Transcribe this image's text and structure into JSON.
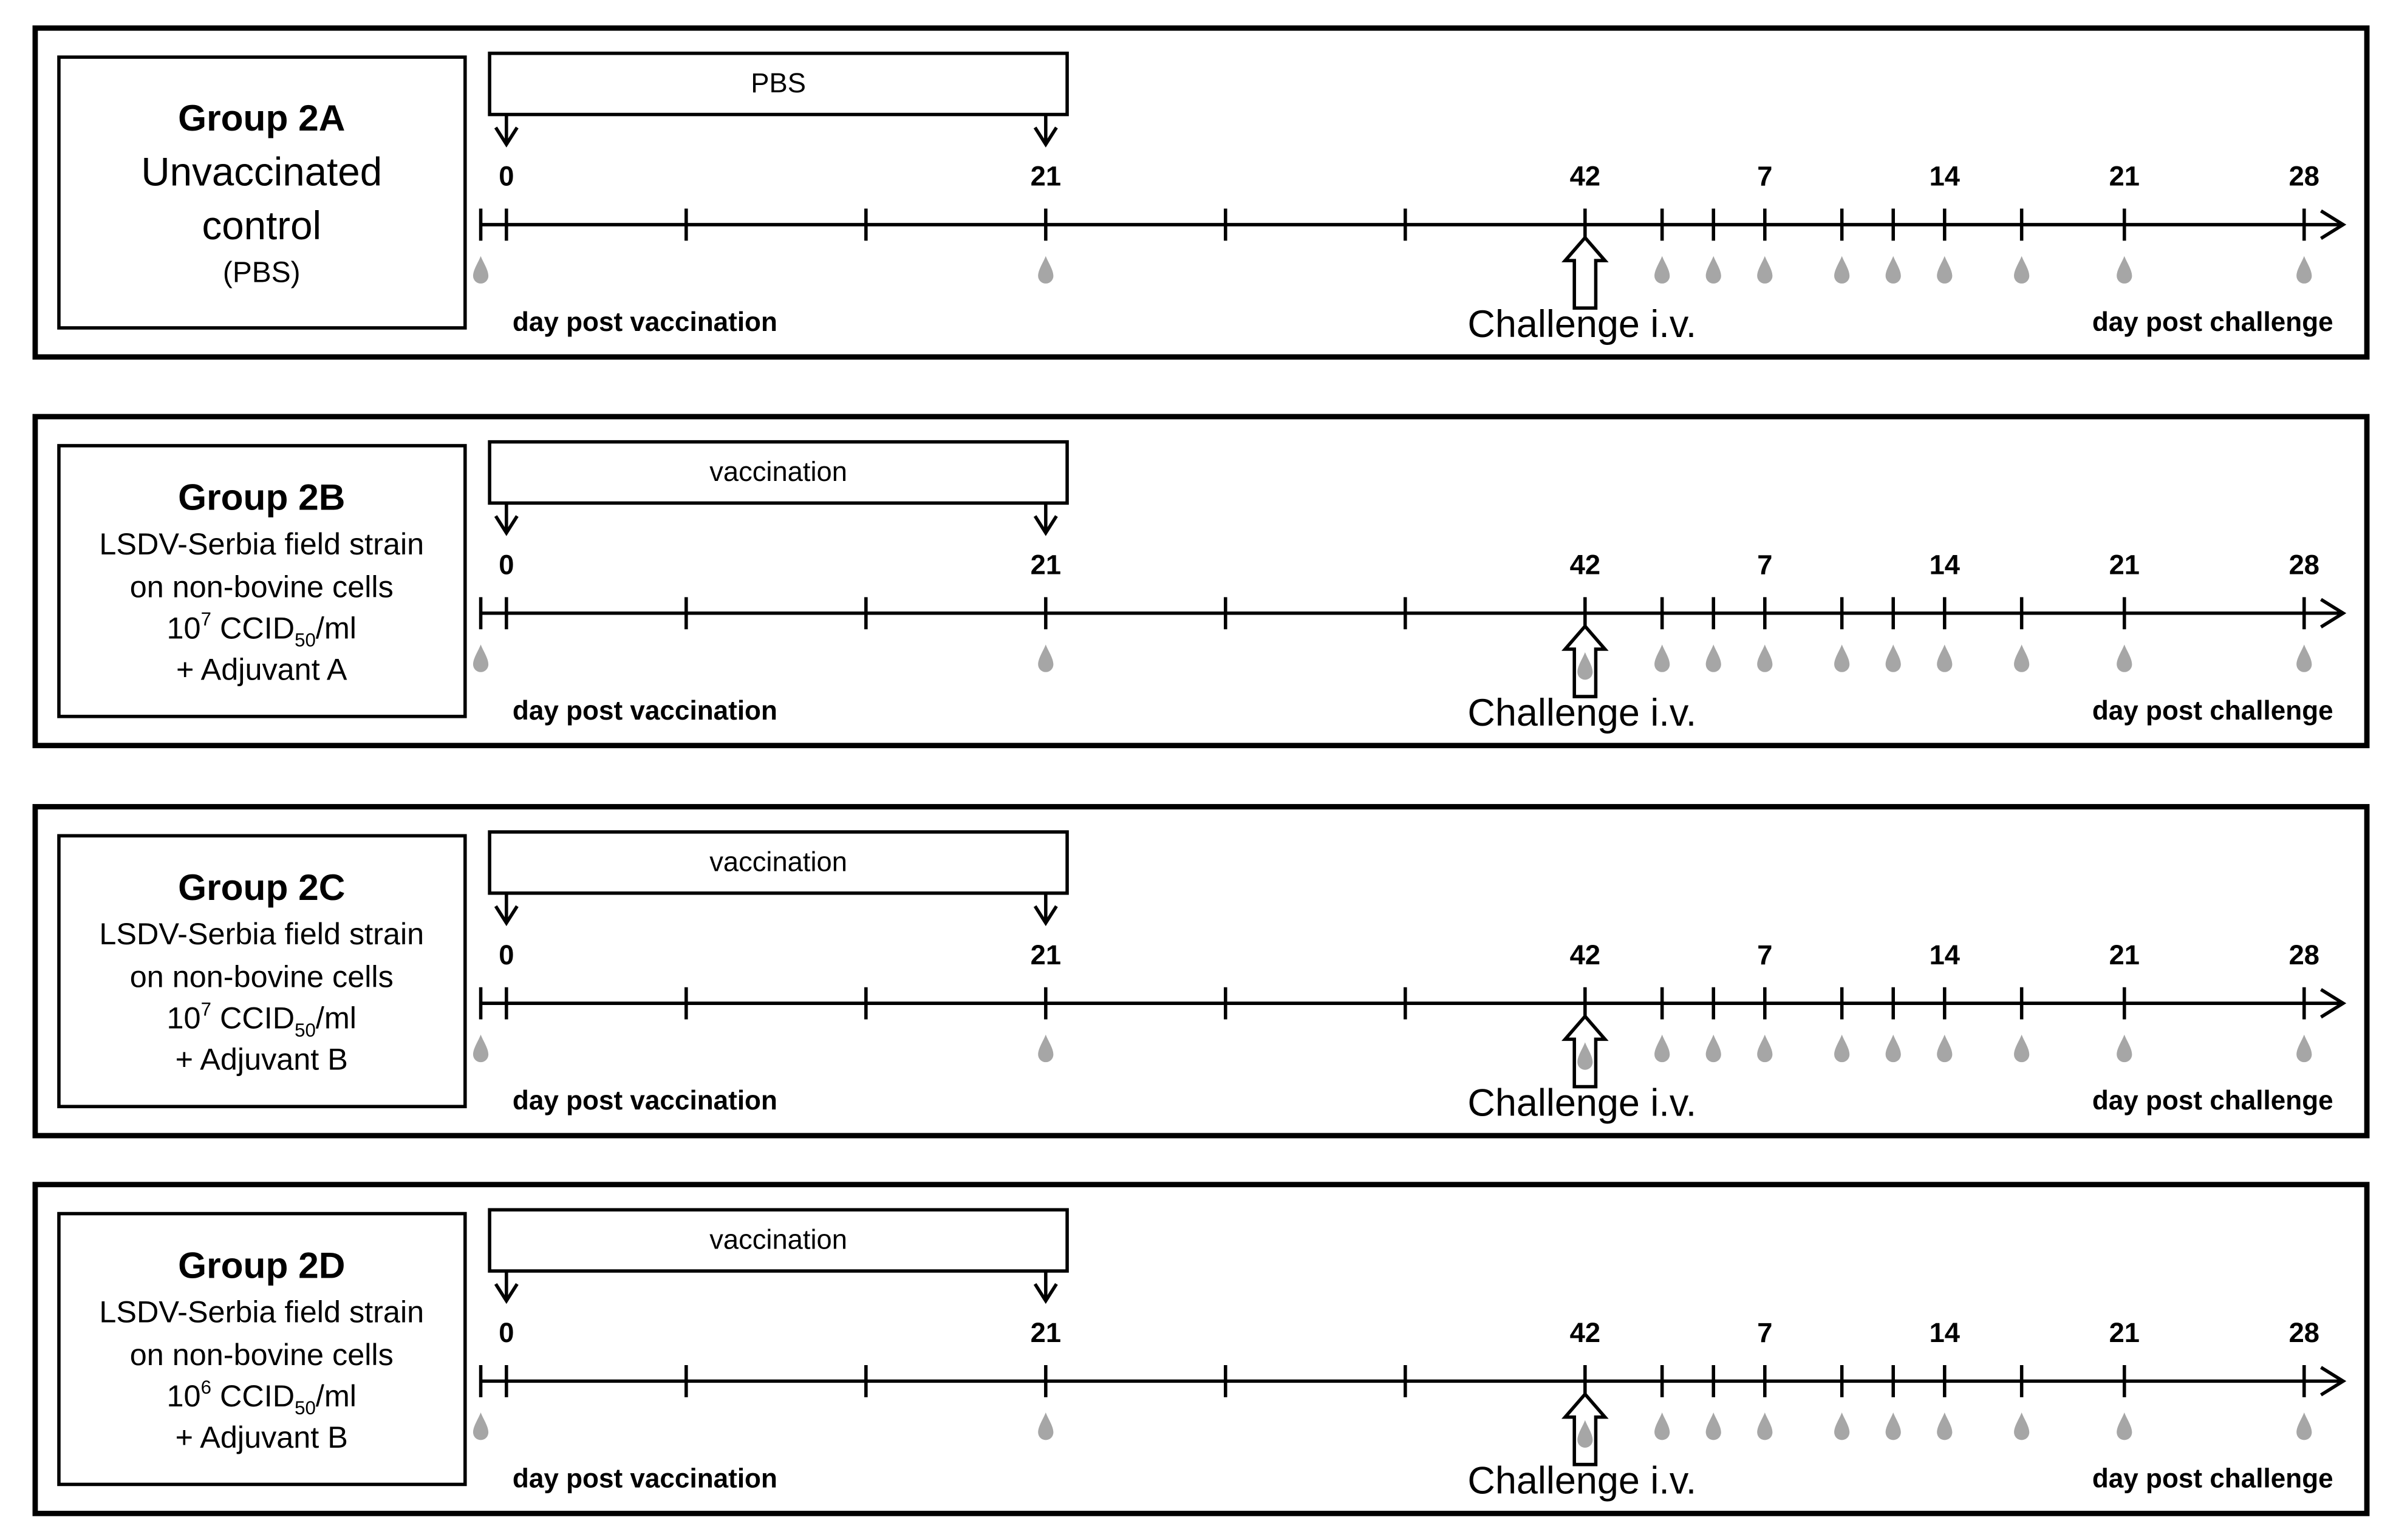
{
  "panels": [
    {
      "title": "Group 2A",
      "description": [
        [
          {
            "text": "Unvaccinated"
          }
        ],
        [
          {
            "text": "control"
          }
        ],
        [
          {
            "text": "(PBS)"
          }
        ]
      ],
      "treatment": "PBS"
    },
    {
      "title": "Group 2B",
      "description": [
        [
          {
            "text": "LSDV-Serbia field strain"
          }
        ],
        [
          {
            "text": "on non-bovine cells"
          }
        ],
        [
          {
            "text": "10"
          },
          {
            "text": "7",
            "script": "superscript"
          },
          {
            "text": " CCID"
          },
          {
            "text": "50",
            "script": "subscript"
          },
          {
            "text": "/ml"
          }
        ],
        [
          {
            "text": "+ Adjuvant A"
          }
        ]
      ],
      "treatment": "vaccination"
    },
    {
      "title": "Group 2C",
      "description": [
        [
          {
            "text": "LSDV-Serbia field strain"
          }
        ],
        [
          {
            "text": "on non-bovine cells"
          }
        ],
        [
          {
            "text": "10"
          },
          {
            "text": "7",
            "script": "superscript"
          },
          {
            "text": " CCID"
          },
          {
            "text": "50",
            "script": "subscript"
          },
          {
            "text": "/ml"
          }
        ],
        [
          {
            "text": "+ Adjuvant B"
          }
        ]
      ],
      "treatment": "vaccination"
    },
    {
      "title": "Group 2D",
      "description": [
        [
          {
            "text": "LSDV-Serbia field strain"
          }
        ],
        [
          {
            "text": "on non-bovine cells"
          }
        ],
        [
          {
            "text": "10"
          },
          {
            "text": "6",
            "script": "superscript"
          },
          {
            "text": " CCID"
          },
          {
            "text": "50",
            "script": "subscript"
          },
          {
            "text": "/ml"
          }
        ],
        [
          {
            "text": "+ Adjuvant B"
          }
        ]
      ],
      "treatment": "vaccination"
    }
  ],
  "timeline": {
    "vaccination_day_labels": [
      "0",
      "21"
    ],
    "challenge_day_label": "42",
    "post_challenge_day_labels": [
      "7",
      "14",
      "21",
      "28"
    ],
    "vaccination_axis_label": "day post vaccination",
    "challenge_axis_label": "day post challenge",
    "challenge_label": "Challenge i.v."
  },
  "icons": {
    "sampling": "blood-drop-icon",
    "challenge": "challenge-up-arrow-icon",
    "treatment": "down-arrow-icon",
    "axis_end": "axis-arrowhead-icon"
  },
  "colors": {
    "line": "#000000",
    "blood_drop": "#a6a6a6",
    "background": "#ffffff"
  }
}
